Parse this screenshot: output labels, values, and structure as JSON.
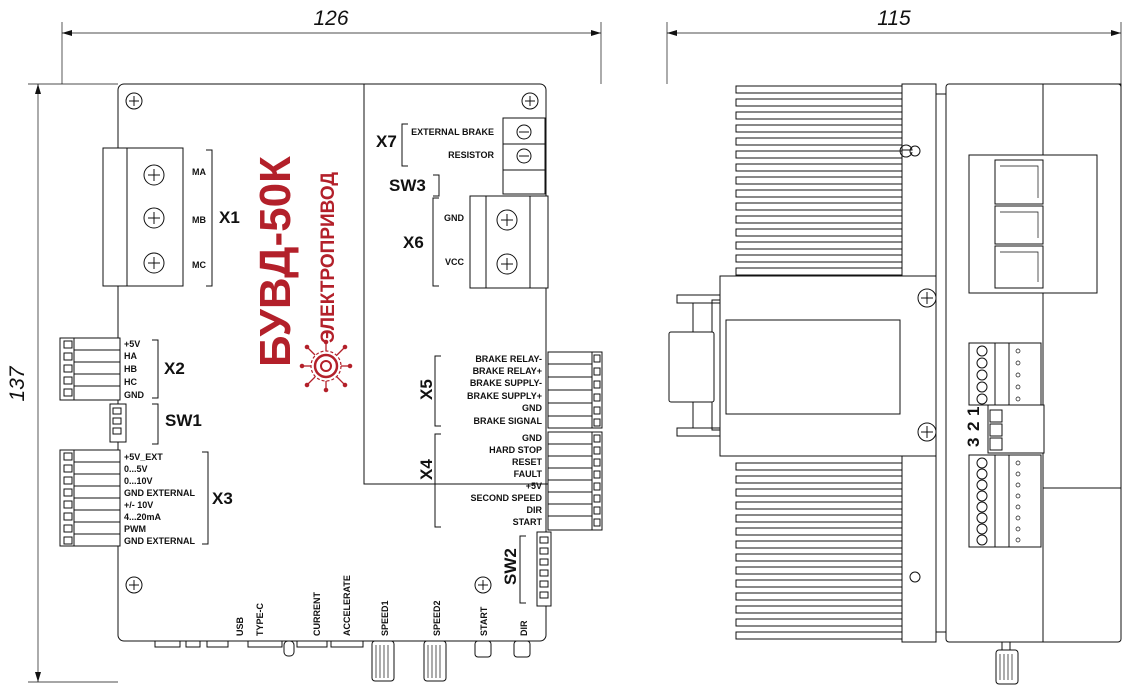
{
  "dimensions": {
    "width": "126",
    "length": "115",
    "height": "137"
  },
  "brand": {
    "model": "БУВД-50К",
    "company": "ЭЛЕКТРОПРИВОД",
    "color": "#b3202a"
  },
  "connectors": {
    "x1": {
      "name": "X1",
      "pins": [
        "MA",
        "MB",
        "MC"
      ]
    },
    "x2": {
      "name": "X2",
      "pins": [
        "+5V",
        "HA",
        "HB",
        "HC",
        "GND"
      ]
    },
    "x3": {
      "name": "X3",
      "pins": [
        "+5V_EXT",
        "0...5V",
        "0...10V",
        "GND EXTERNAL",
        "+/- 10V",
        "4...20mA",
        "PWM",
        "GND EXTERNAL"
      ]
    },
    "x4": {
      "name": "X4",
      "pins": [
        "GND",
        "HARD STOP",
        "RESET",
        "FAULT",
        "+5V",
        "SECOND SPEED",
        "DIR",
        "START"
      ]
    },
    "x5": {
      "name": "X5",
      "pins": [
        "BRAKE RELAY-",
        "BRAKE RELAY+",
        "BRAKE SUPPLY-",
        "BRAKE SUPPLY+",
        "GND",
        "BRAKE SIGNAL"
      ]
    },
    "x6": {
      "name": "X6",
      "pins": [
        "GND",
        "VCC"
      ]
    },
    "x7": {
      "name": "X7",
      "pins": [
        "EXTERNAL BRAKE",
        "RESISTOR"
      ]
    }
  },
  "switches": {
    "sw1": "SW1",
    "sw2": "SW2",
    "sw3": "SW3",
    "side_numbers": [
      "1",
      "2",
      "3"
    ]
  },
  "bottom_labels": {
    "usb": "USB",
    "type_c": "TYPE-C",
    "current": "CURRENT",
    "accelerate": "ACCELERATE",
    "speed1": "SPEED1",
    "speed2": "SPEED2",
    "start": "START",
    "dir": "DIR"
  }
}
